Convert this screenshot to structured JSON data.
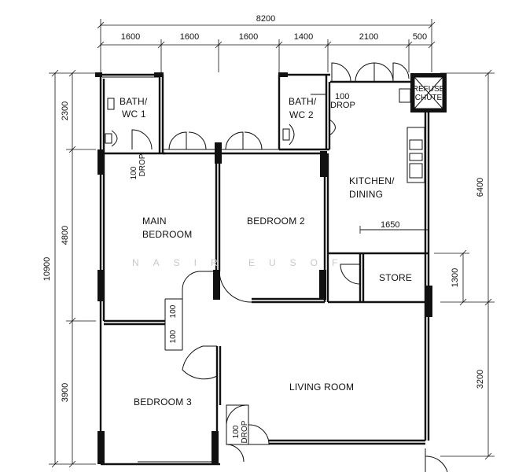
{
  "dimensions": {
    "top_total": "8200",
    "top_segments": [
      "1600",
      "1600",
      "1600",
      "1400",
      "2100",
      "500"
    ],
    "left_total": "10900",
    "left_segments": [
      "2300",
      "4800",
      "3900"
    ],
    "right_upper": "6400",
    "right_mid": "1300",
    "right_lower": "3200",
    "kitchen_counter": "1650"
  },
  "rooms": {
    "bath1_line1": "BATH/",
    "bath1_line2": "WC 1",
    "bath2_line1": "BATH/",
    "bath2_line2": "WC 2",
    "kitchen_line1": "KITCHEN/",
    "kitchen_line2": "DINING",
    "main_line1": "MAIN",
    "main_line2": "BEDROOM",
    "bedroom2": "BEDROOM 2",
    "bedroom3": "BEDROOM 3",
    "living": "LIVING ROOM",
    "store": "STORE",
    "refuse_line1": "REFUSE",
    "refuse_line2": "CHUTE"
  },
  "annotations": {
    "drop_value": "100",
    "drop_word": "DROP",
    "wall_100": "100"
  },
  "watermark": "NASIR EUSOF"
}
